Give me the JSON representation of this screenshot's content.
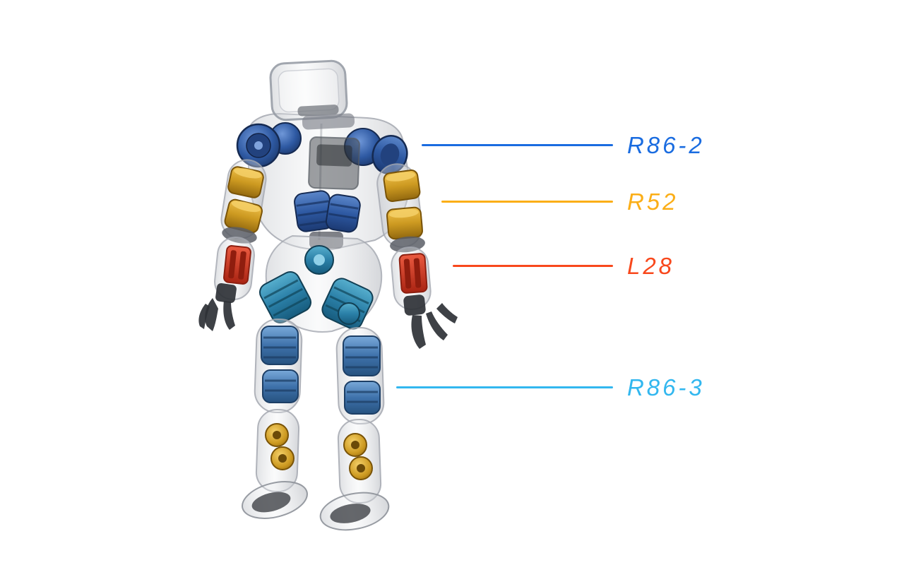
{
  "page": {
    "background_color": "#ffffff"
  },
  "figure": {
    "description": "Translucent humanoid robot render with internal actuators color-coded and labeled by callout lines"
  },
  "annotations": [
    {
      "id": "r86-2",
      "label": "R86-2",
      "color": "#1a6ce0"
    },
    {
      "id": "r52",
      "label": "R52",
      "color": "#fbae17"
    },
    {
      "id": "l28",
      "label": "L28",
      "color": "#f8481c"
    },
    {
      "id": "r86-3",
      "label": "R86-3",
      "color": "#32b7ef"
    }
  ]
}
